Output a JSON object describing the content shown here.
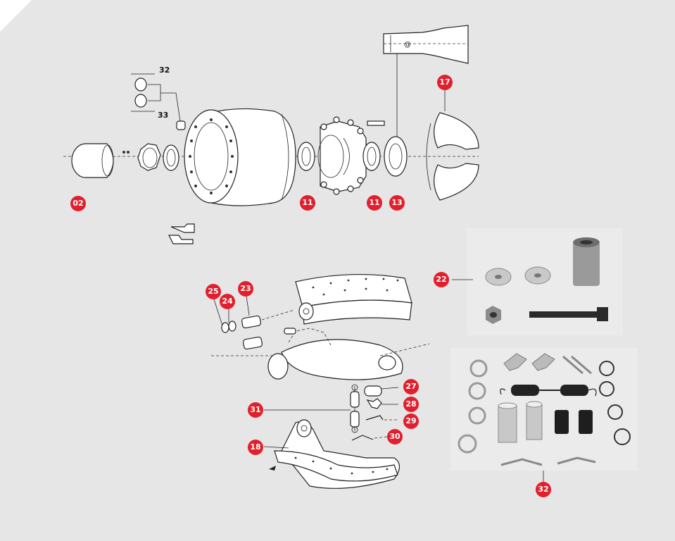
{
  "callouts": {
    "c02": "02",
    "c11a": "11",
    "c11b": "11",
    "c13": "13",
    "c17": "17",
    "c22": "22",
    "c23": "23",
    "c24": "24",
    "c25": "25",
    "c27": "27",
    "c28": "28",
    "c29": "29",
    "c30": "30",
    "c31": "31",
    "c18": "18",
    "c32_kit": "32"
  },
  "plain_labels": {
    "p32": "32",
    "p33": "33"
  },
  "colors": {
    "background": "#e6e6e6",
    "callout": "#e11f2d",
    "photo_panel": "#ebebeb"
  },
  "icons": [
    "hand-pointer-icon"
  ]
}
